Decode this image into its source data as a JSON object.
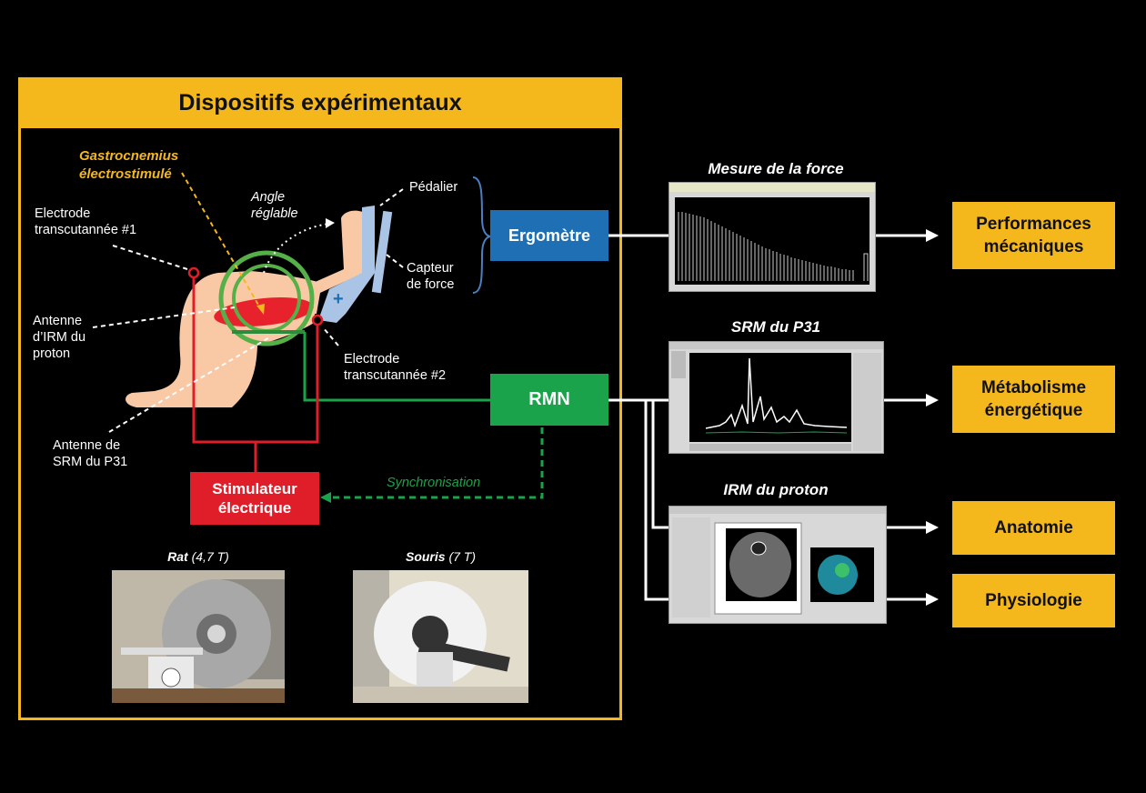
{
  "header": {
    "title": "Dispositifs expérimentaux"
  },
  "labels": {
    "gastrocnemius": "Gastrocnemius",
    "electrostimule": "électrostimulé",
    "electrode1_line1": "Electrode",
    "electrode1_line2": "transcutannée #1",
    "angle_line1": "Angle",
    "angle_line2": "réglable",
    "pedalier": "Pédalier",
    "capteur_line1": "Capteur",
    "capteur_line2": "de force",
    "antenne_irm_line1": "Antenne",
    "antenne_irm_line2": "d’IRM du",
    "antenne_irm_line3": "proton",
    "electrode2_line1": "Electrode",
    "electrode2_line2": "transcutannée #2",
    "antenne_srm_line1": "Antenne de",
    "antenne_srm_line2": "SRM du P31",
    "synchronisation": "Synchronisation"
  },
  "boxes": {
    "ergometre": "Ergomètre",
    "rmn": "RMN",
    "stimulateur_line1": "Stimulateur",
    "stimulateur_line2": "électrique"
  },
  "photos": {
    "rat_name": "Rat",
    "rat_field": "(4,7 T)",
    "souris_name": "Souris",
    "souris_field": "(7 T)"
  },
  "measurements": {
    "force_title": "Mesure de la force",
    "srm_title": "SRM du P31",
    "irm_title": "IRM du proton"
  },
  "outputs": {
    "performances_line1": "Performances",
    "performances_line2": "mécaniques",
    "metabolisme_line1": "Métabolisme",
    "metabolisme_line2": "énergétique",
    "anatomie": "Anatomie",
    "physiologie": "Physiologie"
  },
  "colors": {
    "accent": "#f5b81c",
    "ergometre": "#1f6fb5",
    "rmn": "#1aa34a",
    "stimulateur": "#e01e2a"
  }
}
